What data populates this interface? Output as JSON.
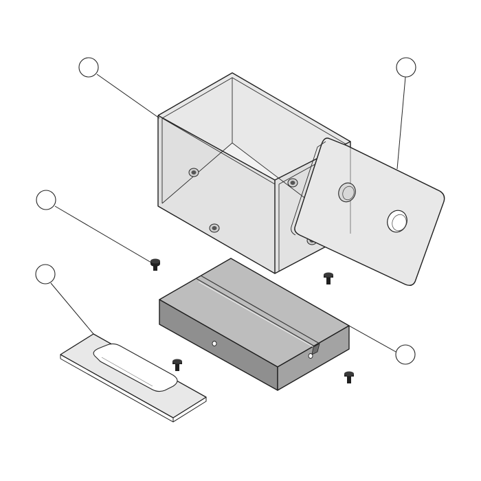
{
  "diagram": {
    "type": "exploded-assembly",
    "colors": {
      "acrylic_face": "#dcdcdc",
      "acrylic_face_light": "#e8e8e8",
      "block_top": "#bdbdbd",
      "block_front": "#8f8f8f",
      "block_side": "#a3a3a3",
      "screw": "#1f1f1f",
      "line": "#1e1e1e"
    },
    "parts": [
      {
        "id": "enclosure-cover",
        "icon": "clear-box"
      },
      {
        "id": "end-plate",
        "icon": "plate-with-hole"
      },
      {
        "id": "base-block",
        "icon": "grooved-block"
      },
      {
        "id": "slotted-gasket",
        "icon": "gasket-plate"
      },
      {
        "id": "screws",
        "icon": "screw",
        "count": 4
      }
    ],
    "balloons": [
      {
        "id": "balloon-1",
        "label": ""
      },
      {
        "id": "balloon-2",
        "label": ""
      },
      {
        "id": "balloon-3",
        "label": ""
      },
      {
        "id": "balloon-4",
        "label": ""
      },
      {
        "id": "balloon-5",
        "label": ""
      }
    ]
  }
}
